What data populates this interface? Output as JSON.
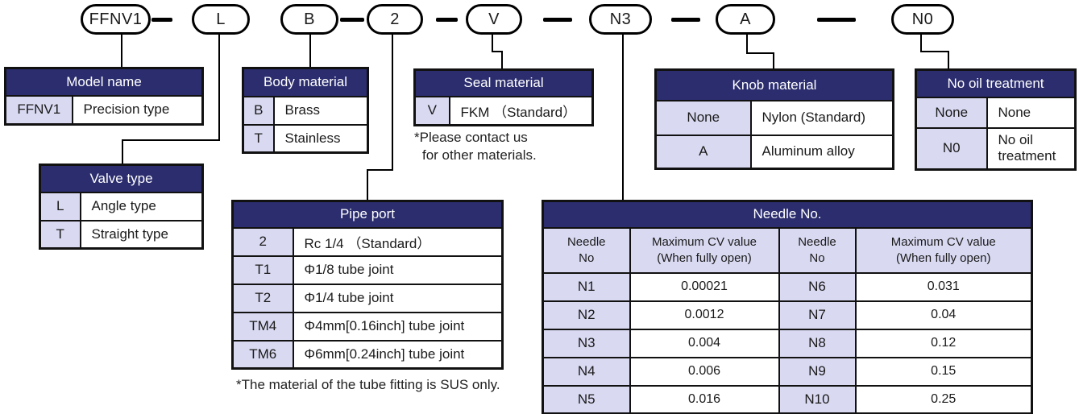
{
  "product_code": {
    "segments": [
      "FFNV1",
      "L",
      "B",
      "2",
      "V",
      "N3",
      "A",
      "N0"
    ]
  },
  "tables": {
    "model_name": {
      "title": "Model name",
      "rows": [
        {
          "code": "FFNV1",
          "desc": "Precision type"
        }
      ]
    },
    "valve_type": {
      "title": "Valve type",
      "rows": [
        {
          "code": "L",
          "desc": "Angle type"
        },
        {
          "code": "T",
          "desc": "Straight type"
        }
      ]
    },
    "body_material": {
      "title": "Body material",
      "rows": [
        {
          "code": "B",
          "desc": "Brass"
        },
        {
          "code": "T",
          "desc": "Stainless"
        }
      ]
    },
    "seal_material": {
      "title": "Seal material",
      "rows": [
        {
          "code": "V",
          "desc": "FKM （Standard）"
        }
      ],
      "note_lines": [
        "*Please contact us",
        "for other materials."
      ]
    },
    "pipe_port": {
      "title": "Pipe port",
      "rows": [
        {
          "code": "2",
          "desc": "Rc 1/4 （Standard）"
        },
        {
          "code": "T1",
          "desc": "Φ1/8 tube joint"
        },
        {
          "code": "T2",
          "desc": "Φ1/4 tube joint"
        },
        {
          "code": "TM4",
          "desc": "Φ4mm[0.16inch] tube joint"
        },
        {
          "code": "TM6",
          "desc": "Φ6mm[0.24inch] tube joint"
        }
      ],
      "note": "*The material of the tube fitting is SUS only."
    },
    "knob_material": {
      "title": "Knob material",
      "rows": [
        {
          "code": "None",
          "desc": "Nylon (Standard)"
        },
        {
          "code": "A",
          "desc": "Aluminum alloy"
        }
      ]
    },
    "no_oil_treatment": {
      "title": "No oil treatment",
      "rows": [
        {
          "code": "None",
          "desc": "None"
        },
        {
          "code": "N0",
          "desc": "No oil\ntreatment"
        }
      ]
    },
    "needle": {
      "title": "Needle No.",
      "col_headers": [
        "Needle\nNo",
        "Maximum CV value\n(When fully open)",
        "Needle\nNo",
        "Maximum CV value\n(When fully open)"
      ],
      "rows": [
        [
          "N1",
          "0.00021",
          "N6",
          "0.031"
        ],
        [
          "N2",
          "0.0012",
          "N7",
          "0.04"
        ],
        [
          "N3",
          "0.004",
          "N8",
          "0.12"
        ],
        [
          "N4",
          "0.006",
          "N9",
          "0.15"
        ],
        [
          "N5",
          "0.016",
          "N10",
          "0.25"
        ]
      ]
    }
  },
  "colors": {
    "header_bg": "#2b2d6e",
    "key_bg": "#d9d9f2",
    "border": "#111111"
  }
}
